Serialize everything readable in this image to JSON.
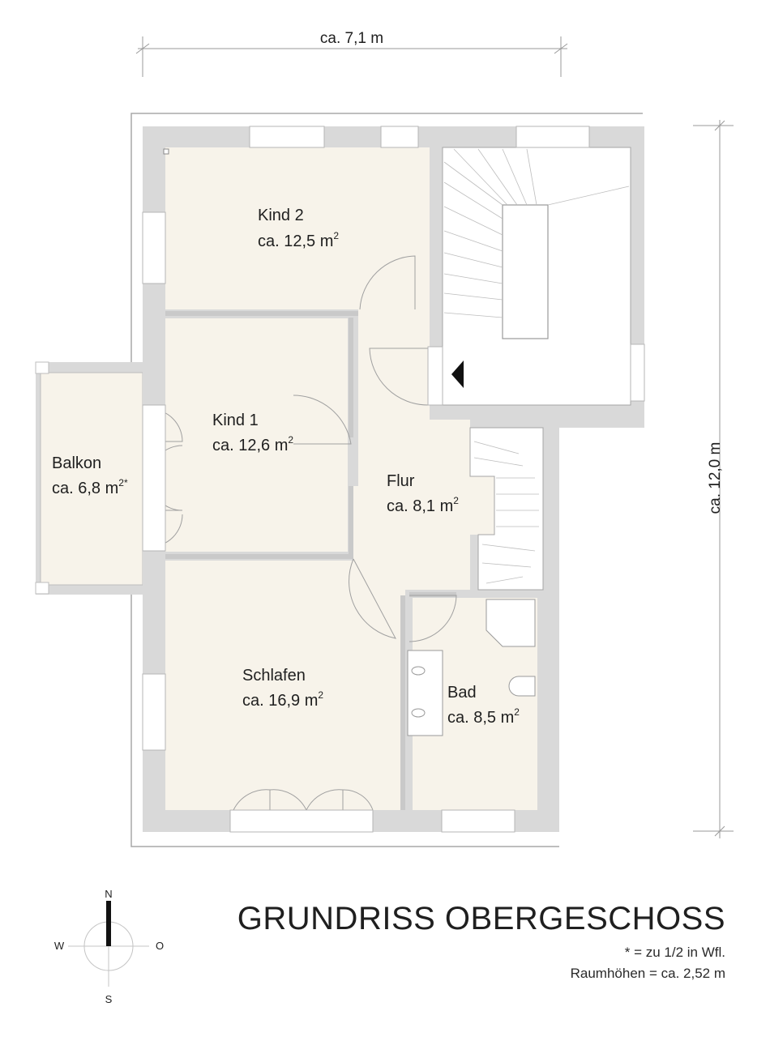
{
  "dimensions": {
    "width_label": "ca. 7,1 m",
    "height_label": "ca. 12,0 m"
  },
  "rooms": [
    {
      "name": "Kind 2",
      "area": "ca. 12,5 m",
      "sup": "2"
    },
    {
      "name": "Kind 1",
      "area": "ca. 12,6 m",
      "sup": "2"
    },
    {
      "name": "Balkon",
      "area": "ca. 6,8 m",
      "sup": "2*"
    },
    {
      "name": "Flur",
      "area": "ca. 8,1 m",
      "sup": "2"
    },
    {
      "name": "Schlafen",
      "area": "ca. 16,9 m",
      "sup": "2"
    },
    {
      "name": "Bad",
      "area": "ca. 8,5 m",
      "sup": "2"
    }
  ],
  "compass": {
    "n": "N",
    "s": "S",
    "w": "W",
    "o": "O"
  },
  "title": "GRUNDRISS OBERGESCHOSS",
  "notes": {
    "footnote": "* = zu 1/2 in Wfl.",
    "room_height": "Raumhöhen = ca. 2,52 m"
  },
  "colors": {
    "wall": "#d9d9d9",
    "floor": "#f7f3ea",
    "line": "#9a9a9a"
  }
}
